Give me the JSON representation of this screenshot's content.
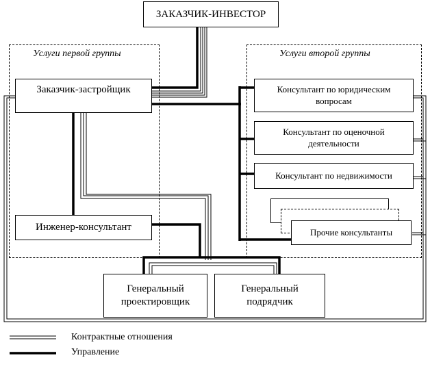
{
  "nodes": {
    "investor": "ЗАКАЗЧИК-ИНВЕСТОР",
    "developer": "Заказчик-застройщик",
    "engineer": "Инженер-консультант",
    "general_designer": "Генеральный проектировщик",
    "general_contractor": "Генеральный подрядчик",
    "legal_consultant": "Консультант по юридическим вопросам",
    "valuation_consultant": "Консультант по оценочной деятельности",
    "realty_consultant": "Консультант по недвижимости",
    "other_consultants": "Прочие консультанты"
  },
  "groups": {
    "first": "Услуги первой группы",
    "second": "Услуги второй группы"
  },
  "legend": {
    "contract": "Контрактные отношения",
    "management": "Управление"
  }
}
